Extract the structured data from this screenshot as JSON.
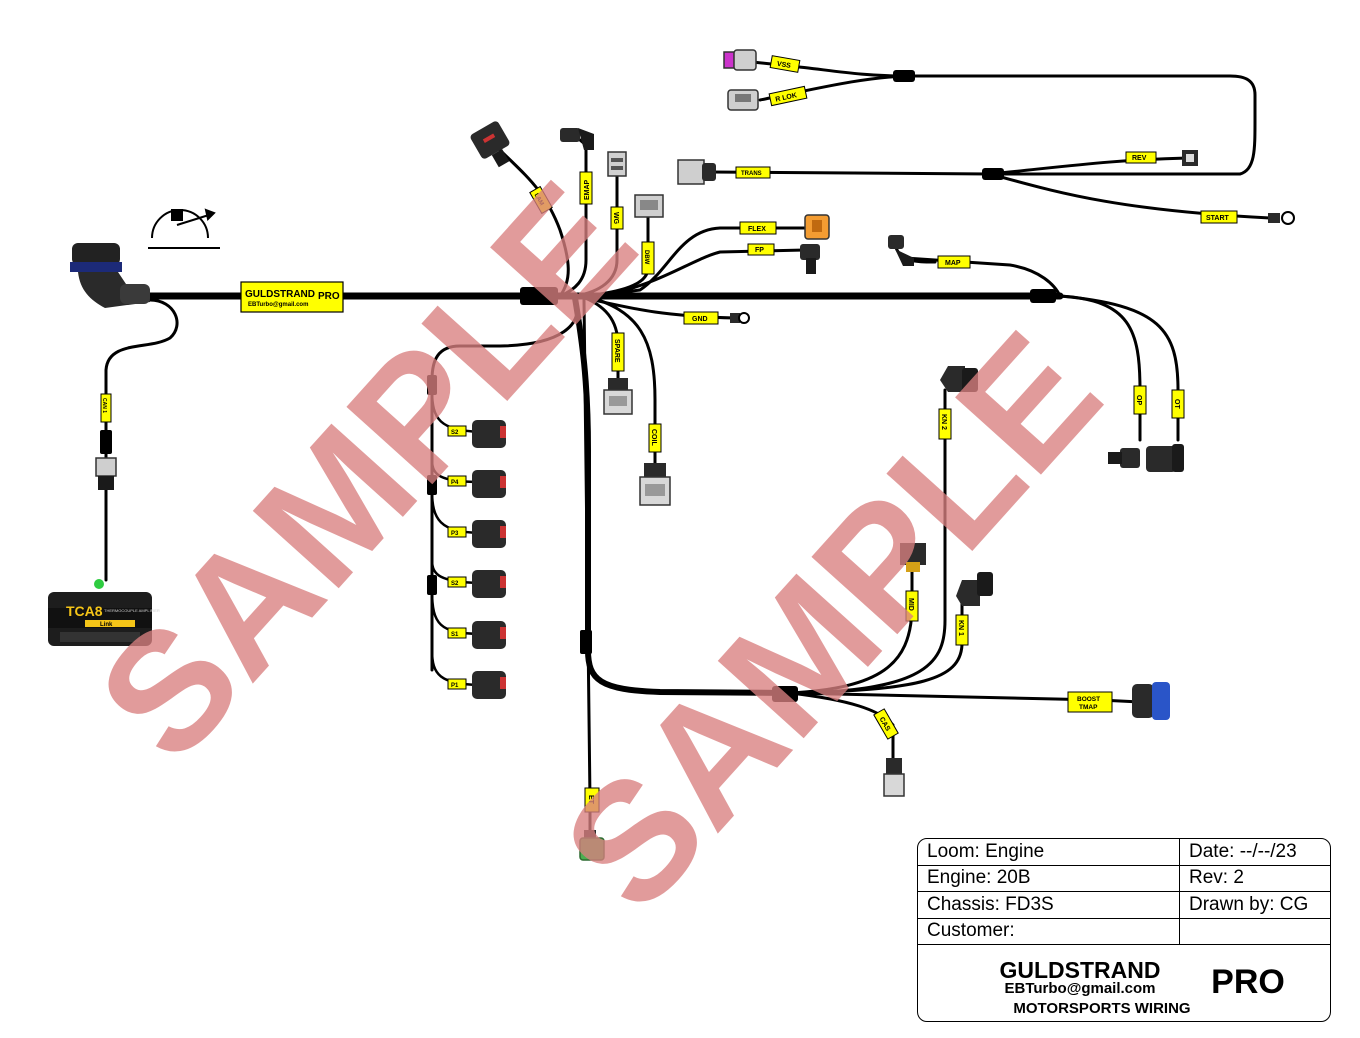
{
  "brand": {
    "name": "GULDSTRAND",
    "suffix": "PRO",
    "email": "EBTurbo@gmail.com",
    "tagline": "MOTORSPORTS WIRING"
  },
  "watermark": "SAMPLE",
  "module": {
    "brand": "TCA8",
    "subtitle": "THERMOCOUPLE AMPLIFIER",
    "maker": "Link"
  },
  "labels": {
    "can": "CAN 1",
    "lambda": "LAM",
    "emap": "EMAP",
    "wg": "WG",
    "dbw": "DBW",
    "flex": "FLEX",
    "fp": "FP",
    "trans": "TRANS",
    "vss": "VSS",
    "rlok": "R LOK",
    "rev": "REV",
    "start": "START",
    "map": "MAP",
    "gnd": "GND",
    "spare": "SPARE",
    "coil": "COIL",
    "op": "OP",
    "ot": "OT",
    "kn2": "KN 2",
    "kn1": "KN 1",
    "mid": "MID",
    "boost": "BOOST",
    "tmap": "TMAP",
    "cas": "CAS",
    "et": "ET",
    "inj": [
      "S2",
      "P4",
      "P3",
      "S2",
      "S1",
      "P1"
    ]
  },
  "title_block": {
    "loom": "Loom: Engine",
    "date": "Date: --/--/23",
    "engine": "Engine: 20B",
    "rev": "Rev: 2",
    "chassis": "Chassis: FD3S",
    "drawn_by": "Drawn by: CG",
    "customer": "Customer:",
    "customer_extra": ""
  },
  "colors": {
    "label_fill": "#ffff00",
    "wire": "#000000",
    "watermark": "#d98080",
    "connector": "#2a2a2a",
    "et_connector": "#4caf50",
    "flex_connector": "#f39c32",
    "boost_connector": "#2a55c8",
    "vss_connector": "#cc33cc"
  }
}
